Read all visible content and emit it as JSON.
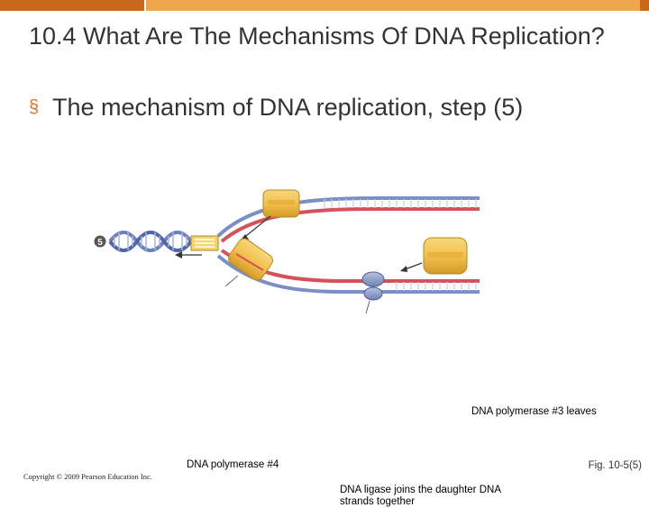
{
  "slide": {
    "title": "10.4 What Are The Mechanisms Of DNA Replication?",
    "bullet": "The mechanism of DNA replication, step (5)",
    "bullet_glyph": "§"
  },
  "diagram": {
    "step_number": "5",
    "labels": {
      "polymerase3": "DNA polymerase #3 leaves",
      "polymerase4": "DNA polymerase #4",
      "ligase": "DNA ligase joins the daughter DNA strands together"
    }
  },
  "footer": {
    "copyright": "Copyright © 2009 Pearson Education Inc.",
    "figure_ref": "Fig. 10-5(5)"
  },
  "colors": {
    "accent_dark": "#c9681d",
    "accent_light": "#f0a64c",
    "blue_strand": "#7b8fc4",
    "red_strand": "#d8505a",
    "polymerase": "#f2c14e",
    "ligase": "#8fa0c7"
  }
}
